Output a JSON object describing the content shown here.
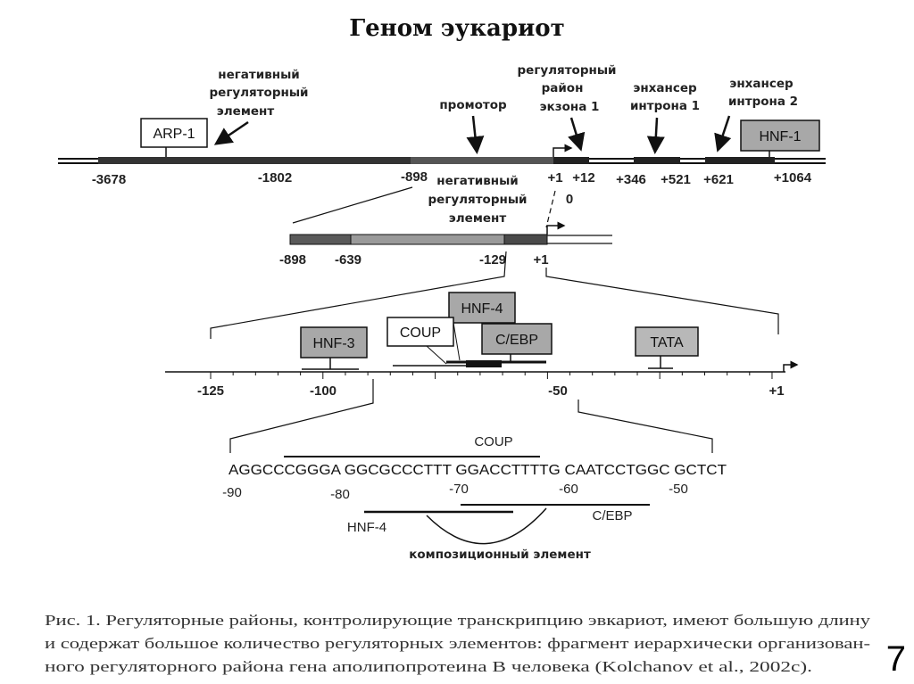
{
  "title": "Геном эукариот",
  "page_number": "7",
  "top_row": {
    "labels": {
      "neg_element": [
        "негативный",
        "регуляторный",
        "элемент"
      ],
      "promoter": "промотор",
      "exon_region": [
        "регуляторный",
        "район",
        "экзона 1"
      ],
      "enh_intron1": [
        "энхансер",
        "интрона 1"
      ],
      "enh_intron2": [
        "энхансер",
        "интрона 2"
      ]
    },
    "boxes": {
      "arp1": "ARP-1",
      "hnf1": "HNF-1"
    },
    "coords": [
      "-3678",
      "-1802",
      "-898",
      "+1",
      "+12",
      "0",
      "+346",
      "+521",
      "+621",
      "+1064"
    ]
  },
  "second_row": {
    "neg_element": [
      "негативный",
      "регуляторный",
      "элемент"
    ],
    "coords": [
      "-898",
      "-639",
      "-129",
      "+1"
    ]
  },
  "third_row": {
    "boxes": {
      "hnf3": "HNF-3",
      "hnf4": "HNF-4",
      "coup": "COUP",
      "cebp": "C/EBP",
      "tata": "TATA"
    },
    "coords": [
      "-125",
      "-100",
      "-50",
      "+1"
    ]
  },
  "sequence_row": {
    "coup": "COUP",
    "sequence": "AGGCCCGGGA GGCGCCCTTT GGACCTTTTG CAATCCTGGC GCTCT",
    "coords": [
      "-90",
      "-80",
      "-70",
      "-60",
      "-50"
    ],
    "hnf4": "HNF-4",
    "cebp": "C/EBP",
    "composite": "композиционный элемент"
  },
  "caption": [
    "Рис. 1. Регуляторные районы, контролирующие транскрипцию эвкариот, имеют большую длину",
    "и содержат большое количество регуляторных элементов: фрагмент иерархически организован-",
    "ного регуляторного района гена аполипопротеина В человека (Kolchanov et al., 2002c)."
  ]
}
